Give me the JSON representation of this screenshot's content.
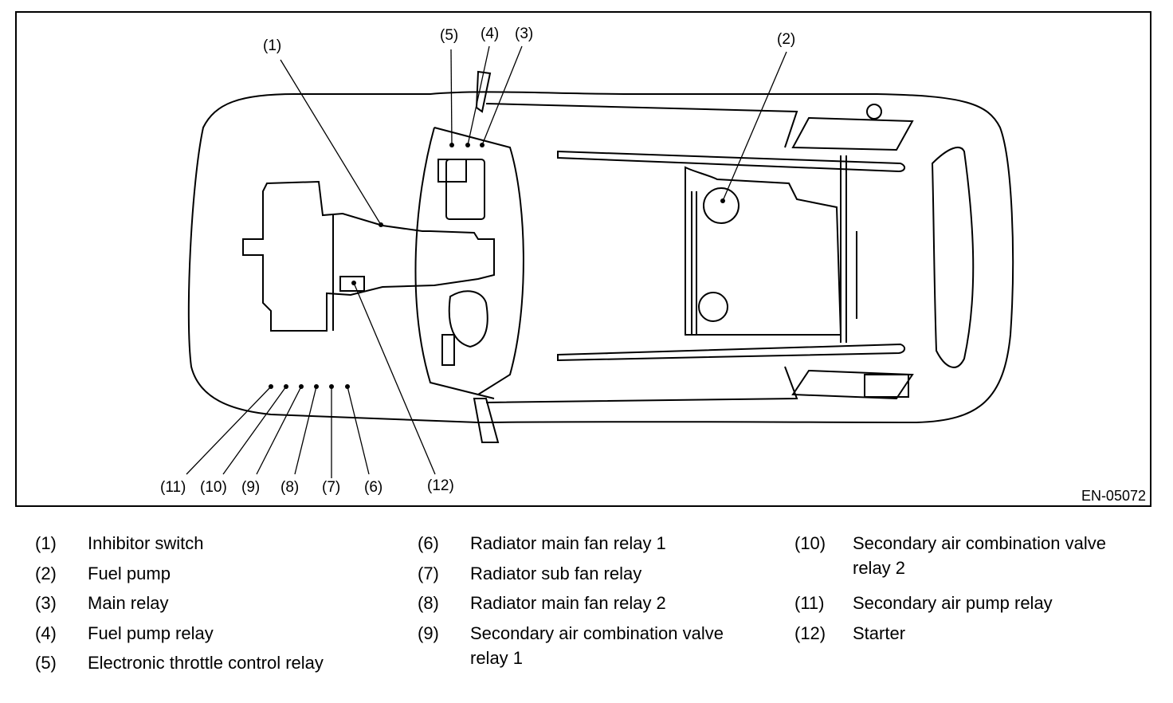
{
  "figure": {
    "id_label": "EN-05072",
    "callouts": [
      "(1)",
      "(2)",
      "(3)",
      "(4)",
      "(5)",
      "(6)",
      "(7)",
      "(8)",
      "(9)",
      "(10)",
      "(11)",
      "(12)"
    ]
  },
  "legend": [
    {
      "num": "(1)",
      "label": "Inhibitor switch"
    },
    {
      "num": "(2)",
      "label": "Fuel pump"
    },
    {
      "num": "(3)",
      "label": "Main relay"
    },
    {
      "num": "(4)",
      "label": "Fuel pump relay"
    },
    {
      "num": "(5)",
      "label": "Electronic throttle control relay"
    },
    {
      "num": "(6)",
      "label": "Radiator main fan relay 1"
    },
    {
      "num": "(7)",
      "label": "Radiator sub fan relay"
    },
    {
      "num": "(8)",
      "label": "Radiator main fan relay 2"
    },
    {
      "num": "(9)",
      "label": "Secondary air combination valve",
      "label2": "relay 1"
    },
    {
      "num": "(10)",
      "label": "Secondary air combination valve",
      "label2": "relay 2"
    },
    {
      "num": "(11)",
      "label": "Secondary air pump relay"
    },
    {
      "num": "(12)",
      "label": "Starter"
    }
  ]
}
